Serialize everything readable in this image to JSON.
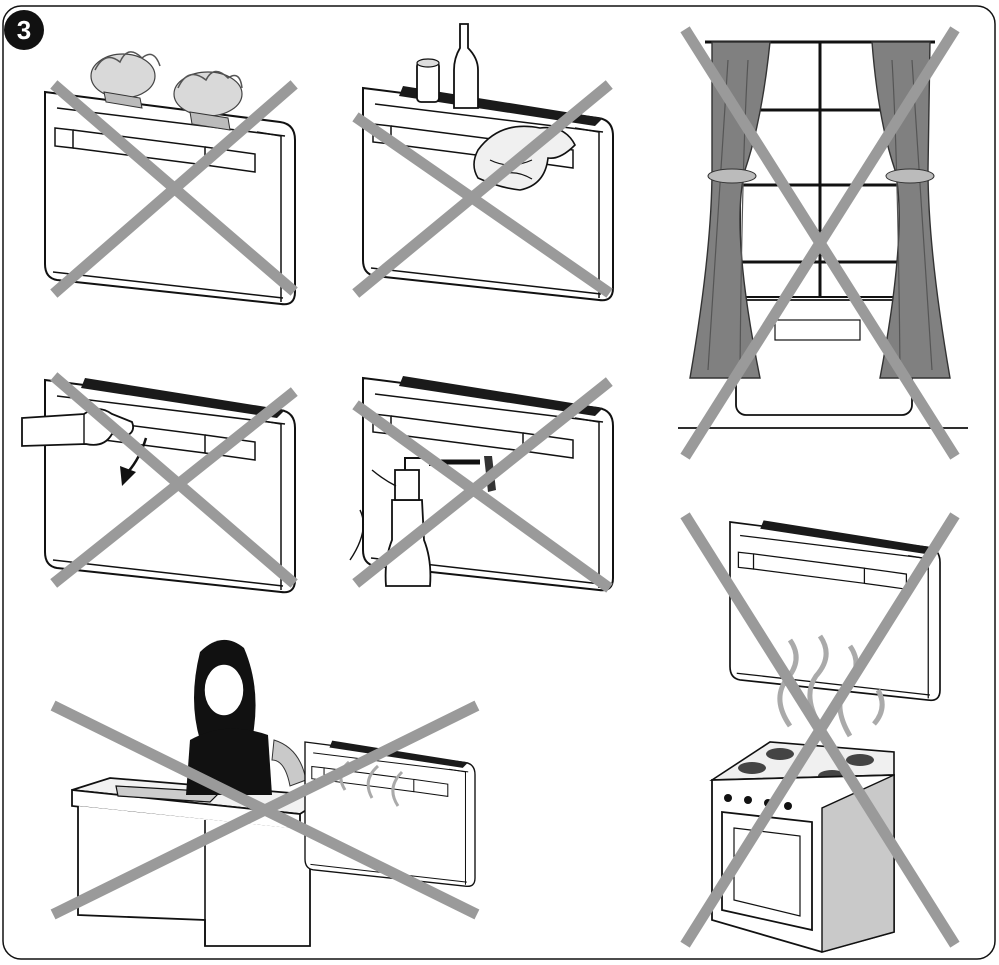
{
  "figure": {
    "number": "3"
  },
  "colors": {
    "cross": "#9a9a9a",
    "outline": "#111111",
    "curtain": "#808080"
  },
  "panels": [
    {
      "id": "plants-on-unit",
      "prohibited": true
    },
    {
      "id": "objects-and-cloth-on-unit",
      "prohibited": true
    },
    {
      "id": "curtains-covering-unit",
      "prohibited": true
    },
    {
      "id": "hand-forcing-flap",
      "prohibited": true
    },
    {
      "id": "spraying-water-on-unit",
      "prohibited": true
    },
    {
      "id": "person-in-direct-airflow",
      "prohibited": true
    },
    {
      "id": "unit-above-cooker",
      "prohibited": true
    }
  ]
}
